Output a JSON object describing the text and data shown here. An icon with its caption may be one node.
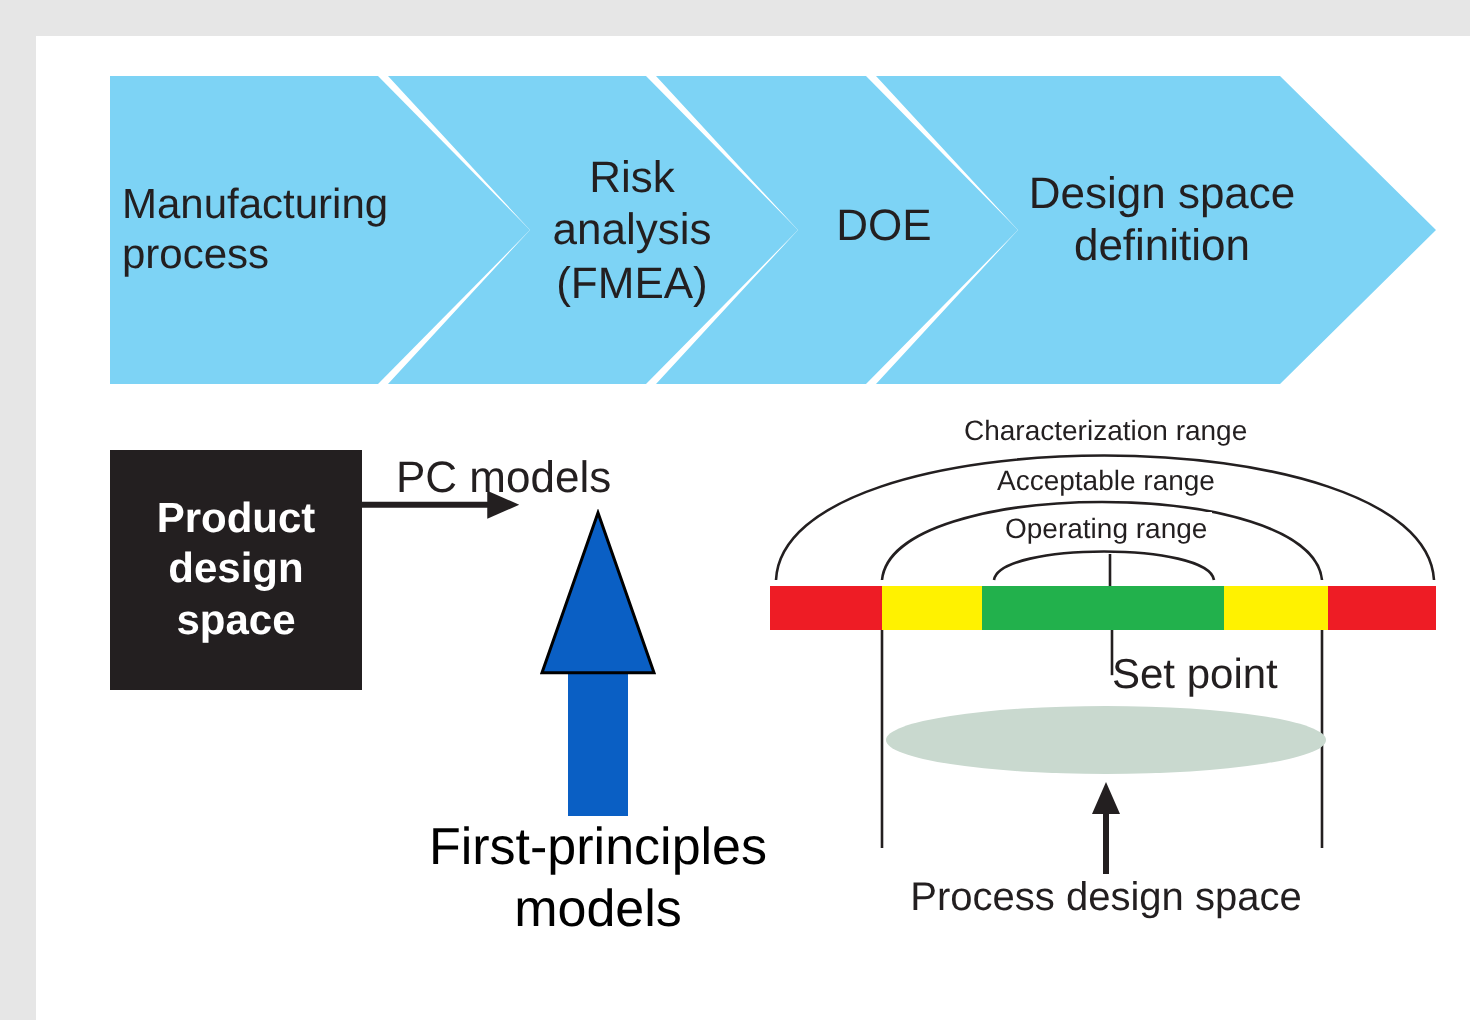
{
  "diagram": {
    "nodes": [
      {
        "text": [
          "Manufacturing process"
        ]
      },
      {
        "text": [
          "Risk analysis (FMEA)"
        ]
      },
      {
        "text": [
          "DOE"
        ]
      },
      {
        "text": [
          "Design space definition"
        ]
      },
      {
        "text": [
          "Product design space"
        ]
      },
      {
        "text": [
          "PC models"
        ]
      },
      {
        "text": [],
        "shape": "bar"
      },
      {
        "text": [
          "Set point"
        ]
      },
      {
        "text": [],
        "shape": "ellipse"
      },
      {
        "text": [
          "First-principles models"
        ]
      },
      {
        "text": [
          "Process design space"
        ]
      }
    ],
    "edges": [
      {
        "from": 4,
        "to": 5,
        "arrow": "to"
      },
      {
        "from": 9,
        "to": 5,
        "arrow": "to",
        "style": "thick",
        "color": "#0a5fc4"
      },
      {
        "from": 7,
        "to": 6,
        "arrow": "none"
      },
      {
        "from": 10,
        "to": 8,
        "arrow": "to"
      }
    ],
    "labels": [
      "Characterization range",
      "Acceptable range",
      "Operating range"
    ]
  }
}
